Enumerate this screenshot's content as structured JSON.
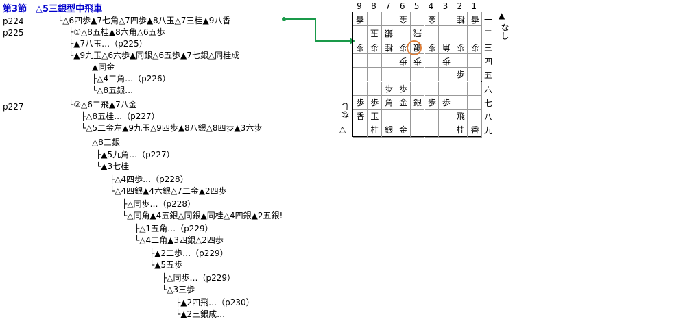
{
  "header": {
    "title": "第3節　△5三銀型中飛車"
  },
  "pages": [
    "p224",
    "p225",
    "p227"
  ],
  "tree": [
    {
      "indent": "└",
      "text": "△6四歩▲7七角△7四歩▲8八玉△7三桂▲9八香"
    },
    {
      "indent": "├",
      "text": "①△8五桂▲8六角△6五歩"
    },
    {
      "indent": "│ ├",
      "text": "▲7八玉…（p225）"
    },
    {
      "indent": "│ └",
      "text": "▲9九玉△6六歩▲同銀△6五歩▲7七銀△同桂成"
    },
    {
      "indent": "│",
      "text": "▲同金"
    },
    {
      "indent": "│ ├",
      "text": "△4二角…（p226）"
    },
    {
      "indent": "│ └",
      "text": "△8五銀…"
    },
    {
      "indent": "└",
      "text": "②△6二飛▲7八金"
    },
    {
      "indent": "├",
      "text": "△8五桂…（p227）"
    },
    {
      "indent": "└",
      "text": "△5二金左▲9九玉△9四歩▲8八銀△8四歩▲3六歩"
    },
    {
      "indent": "",
      "text": "△8三銀"
    },
    {
      "indent": "├",
      "text": "▲5九角…（p227）"
    },
    {
      "indent": "└",
      "text": "▲3七桂"
    },
    {
      "indent": "├",
      "text": "△4四歩…（p228）"
    },
    {
      "indent": "└",
      "text": "△4四銀▲4六銀△7二金▲2四歩"
    },
    {
      "indent": "├",
      "text": "△同歩…（p228）"
    },
    {
      "indent": "└",
      "text": "△同角▲4五銀△同銀▲同桂△4四銀▲2五銀!"
    },
    {
      "indent": "├",
      "text": "△1五角…（p229）"
    },
    {
      "indent": "└",
      "text": "△4二角▲3四銀△2四歩"
    },
    {
      "indent": "├",
      "text": "▲2二歩…（p229）"
    },
    {
      "indent": "└",
      "text": "▲5五歩"
    },
    {
      "indent": "├",
      "text": "△同歩…（p229）"
    },
    {
      "indent": "└",
      "text": "△3三歩"
    },
    {
      "indent": "├",
      "text": "▲2四飛…（p230）"
    },
    {
      "indent": "└",
      "text": "▲2三銀成…"
    }
  ],
  "board": {
    "files": [
      "9",
      "8",
      "7",
      "6",
      "5",
      "4",
      "3",
      "2",
      "1"
    ],
    "ranks": [
      "一",
      "二",
      "三",
      "四",
      "五",
      "六",
      "七",
      "八",
      "九"
    ],
    "gote_hand": "なし",
    "gote_hand_label": "△",
    "sente_hand_label": "▲",
    "sente_hand": "なし",
    "pieces": [
      {
        "f": 9,
        "r": 1,
        "p": "香",
        "g": true
      },
      {
        "f": 6,
        "r": 1,
        "p": "金",
        "g": true
      },
      {
        "f": 4,
        "r": 1,
        "p": "金",
        "g": true
      },
      {
        "f": 2,
        "r": 1,
        "p": "桂",
        "g": true
      },
      {
        "f": 1,
        "r": 1,
        "p": "香",
        "g": true
      },
      {
        "f": 8,
        "r": 2,
        "p": "玉",
        "g": true
      },
      {
        "f": 7,
        "r": 2,
        "p": "銀",
        "g": true
      },
      {
        "f": 5,
        "r": 2,
        "p": "飛",
        "g": true
      },
      {
        "f": 9,
        "r": 3,
        "p": "歩",
        "g": true
      },
      {
        "f": 8,
        "r": 3,
        "p": "歩",
        "g": true
      },
      {
        "f": 7,
        "r": 3,
        "p": "桂",
        "g": true
      },
      {
        "f": 6,
        "r": 3,
        "p": "歩",
        "g": true
      },
      {
        "f": 5,
        "r": 3,
        "p": "銀",
        "g": true
      },
      {
        "f": 4,
        "r": 3,
        "p": "歩",
        "g": true
      },
      {
        "f": 3,
        "r": 3,
        "p": "角",
        "g": true
      },
      {
        "f": 2,
        "r": 3,
        "p": "歩",
        "g": true
      },
      {
        "f": 1,
        "r": 3,
        "p": "歩",
        "g": true
      },
      {
        "f": 6,
        "r": 4,
        "p": "歩",
        "g": true
      },
      {
        "f": 5,
        "r": 4,
        "p": "歩",
        "g": true
      },
      {
        "f": 3,
        "r": 4,
        "p": "歩",
        "g": true
      },
      {
        "f": 2,
        "r": 5,
        "p": "歩",
        "g": false
      },
      {
        "f": 7,
        "r": 6,
        "p": "歩",
        "g": false
      },
      {
        "f": 6,
        "r": 6,
        "p": "歩",
        "g": false
      },
      {
        "f": 9,
        "r": 7,
        "p": "歩",
        "g": false
      },
      {
        "f": 8,
        "r": 7,
        "p": "歩",
        "g": false
      },
      {
        "f": 7,
        "r": 7,
        "p": "角",
        "g": false
      },
      {
        "f": 6,
        "r": 7,
        "p": "金",
        "g": false
      },
      {
        "f": 5,
        "r": 7,
        "p": "銀",
        "g": false
      },
      {
        "f": 4,
        "r": 7,
        "p": "歩",
        "g": false
      },
      {
        "f": 3,
        "r": 7,
        "p": "歩",
        "g": false
      },
      {
        "f": 9,
        "r": 8,
        "p": "香",
        "g": false
      },
      {
        "f": 8,
        "r": 8,
        "p": "玉",
        "g": false
      },
      {
        "f": 2,
        "r": 8,
        "p": "飛",
        "g": false
      },
      {
        "f": 8,
        "r": 9,
        "p": "桂",
        "g": false
      },
      {
        "f": 7,
        "r": 9,
        "p": "銀",
        "g": false
      },
      {
        "f": 6,
        "r": 9,
        "p": "金",
        "g": false
      },
      {
        "f": 2,
        "r": 9,
        "p": "桂",
        "g": false
      },
      {
        "f": 1,
        "r": 9,
        "p": "香",
        "g": false
      }
    ],
    "last_move": {
      "f": 5,
      "r": 3
    }
  },
  "colors": {
    "title": "#0000cc",
    "connector": "#1a9a4a",
    "highlight": "#e0803a"
  }
}
